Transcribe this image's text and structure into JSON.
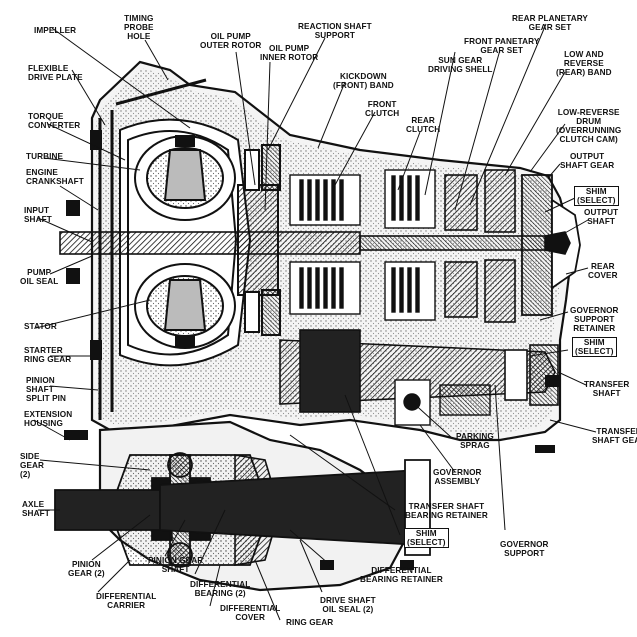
{
  "diagram": {
    "labels": {
      "impeller": "IMPELLER",
      "timing_probe_hole": "TIMING\nPROBE\nHOLE",
      "oil_pump_outer_rotor": "OIL PUMP\nOUTER ROTOR",
      "oil_pump_inner_rotor": "OIL PUMP\nINNER ROTOR",
      "reaction_shaft_support": "REACTION SHAFT\nSUPPORT",
      "rear_planetary_gear_set": "REAR PLANETARY\nGEAR SET",
      "front_planetary_gear_set": "FRONT PANETARY\nGEAR SET",
      "low_reverse_band": "LOW AND\nREVERSE\n(REAR) BAND",
      "flexible_drive_plate": "FLEXIBLE\nDRIVE PLATE",
      "kickdown_band": "KICKDOWN\n(FRONT) BAND",
      "sun_gear_driving_shell": "SUN GEAR\nDRIVING SHELL",
      "front_clutch": "FRONT\nCLUTCH",
      "rear_clutch": "REAR\nCLUTCH",
      "torque_converter": "TORQUE\nCONVERTER",
      "low_reverse_drum": "LOW-REVERSE\nDRUM\n(OVERRUNNING\nCLUTCH CAM)",
      "turbine": "TURBINE",
      "engine_crankshaft": "ENGINE\nCRANKSHAFT",
      "output_shaft_gear": "OUTPUT\nSHAFT GEAR",
      "input_shaft": "INPUT\nSHAFT",
      "shim_select_1": "SHIM\n(SELECT)",
      "output_shaft": "OUTPUT\nSHAFT",
      "pump_oil_seal": "PUMP\nOIL SEAL",
      "rear_cover": "REAR\nCOVER",
      "stator": "STATOR",
      "governor_support_retainer": "GOVERNOR\nSUPPORT\nRETAINER",
      "starter_ring_gear": "STARTER\nRING GEAR",
      "shim_select_2": "SHIM\n(SELECT)",
      "pinion_shaft_split_pin": "PINION\nSHAFT\nSPLIT PIN",
      "transfer_shaft": "TRANSFER\nSHAFT",
      "extension_housing": "EXTENSION\nHOUSING",
      "parking_sprag": "PARKING\nSPRAG",
      "transfer_shaft_gear": "TRANSFER\nSHAFT GEAR",
      "side_gear": "SIDE\nGEAR\n(2)",
      "governor_assembly": "GOVERNOR\nASSEMBLY",
      "transfer_shaft_bearing_retainer": "TRANSFER SHAFT\nBEARING RETAINER",
      "axle_shaft": "AXLE\nSHAFT",
      "shim_select_3": "SHIM\n(SELECT)",
      "governor_support": "GOVERNOR\nSUPPORT",
      "pinion_gear": "PINION\nGEAR (2)",
      "pinion_gear_shaft": "PINION GEAR\nSHAFT",
      "differential_bearing_retainer": "DIFFERENTIAL\nBEARING RETAINER",
      "differential_carrier": "DIFFERENTIAL\nCARRIER",
      "differential_bearing": "DIFFERENTIAL\nBEARING (2)",
      "drive_shaft_oil_seal": "DRIVE SHAFT\nOIL SEAL (2)",
      "differential_cover": "DIFFERENTIAL\nCOVER",
      "ring_gear": "RING GEAR"
    }
  }
}
